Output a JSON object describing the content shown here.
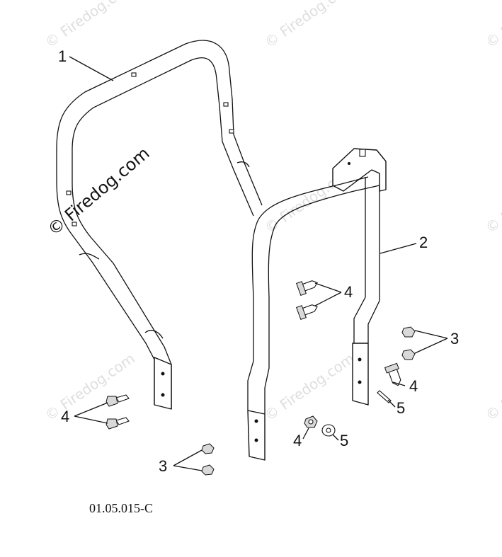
{
  "diagram": {
    "drawing_code": "01.05.015-C",
    "watermark_text": "© Firedog.com",
    "callouts": [
      {
        "id": "c1",
        "label": "1",
        "part": "upper-roll-bar"
      },
      {
        "id": "c2",
        "label": "2",
        "part": "lower-roll-bar"
      },
      {
        "id": "c4a",
        "label": "4",
        "part": "bolt"
      },
      {
        "id": "c3a",
        "label": "3",
        "part": "nut"
      },
      {
        "id": "c4b",
        "label": "4",
        "part": "bolt"
      },
      {
        "id": "c5a",
        "label": "5",
        "part": "pin"
      },
      {
        "id": "c4c",
        "label": "4",
        "part": "bolt"
      },
      {
        "id": "c5b",
        "label": "5",
        "part": "washer"
      },
      {
        "id": "c4d",
        "label": "4",
        "part": "bolt"
      },
      {
        "id": "c3b",
        "label": "3",
        "part": "nut"
      }
    ]
  }
}
